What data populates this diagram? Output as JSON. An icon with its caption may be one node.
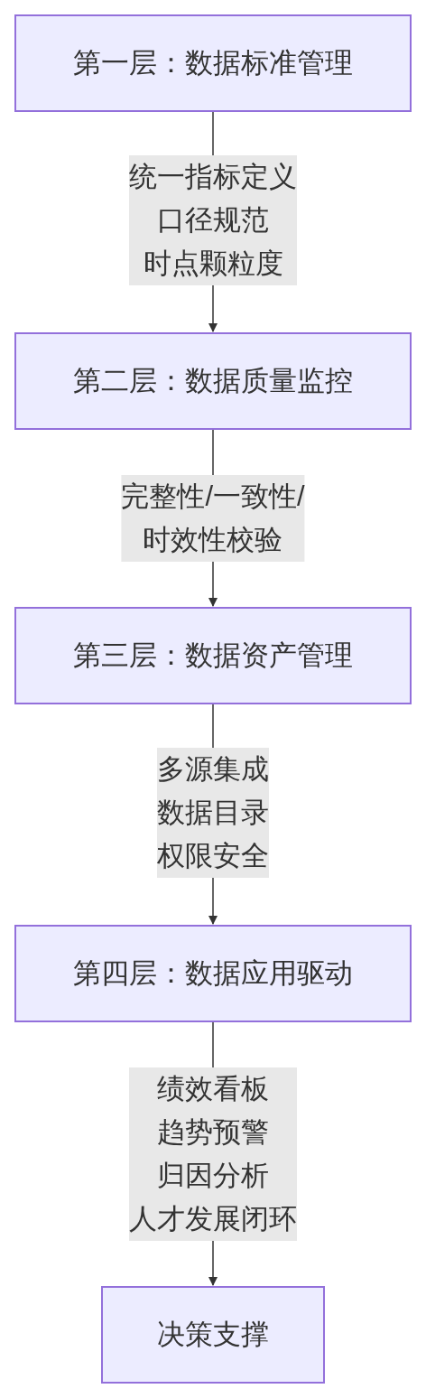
{
  "diagram": {
    "nodes": [
      {
        "text": [
          "第一层：数据标准管理"
        ]
      },
      {
        "text": [
          "第二层：数据质量监控"
        ]
      },
      {
        "text": [
          "第三层：数据资产管理"
        ]
      },
      {
        "text": [
          "第四层：数据应用驱动"
        ]
      },
      {
        "text": [
          "决策支撑"
        ]
      }
    ],
    "edges": [
      {
        "from": 0,
        "to": 1,
        "arrow": "to",
        "label": "统一指标定义口径规范时点颗粒度"
      },
      {
        "from": 1,
        "to": 2,
        "arrow": "to",
        "label": "完整性/一致性/时效性校验"
      },
      {
        "from": 2,
        "to": 3,
        "arrow": "to",
        "label": "多源集成数据目录权限安全"
      },
      {
        "from": 3,
        "to": 4,
        "arrow": "to",
        "label": "绩效看板趋势预警归因分析人才发展闭环"
      }
    ]
  }
}
